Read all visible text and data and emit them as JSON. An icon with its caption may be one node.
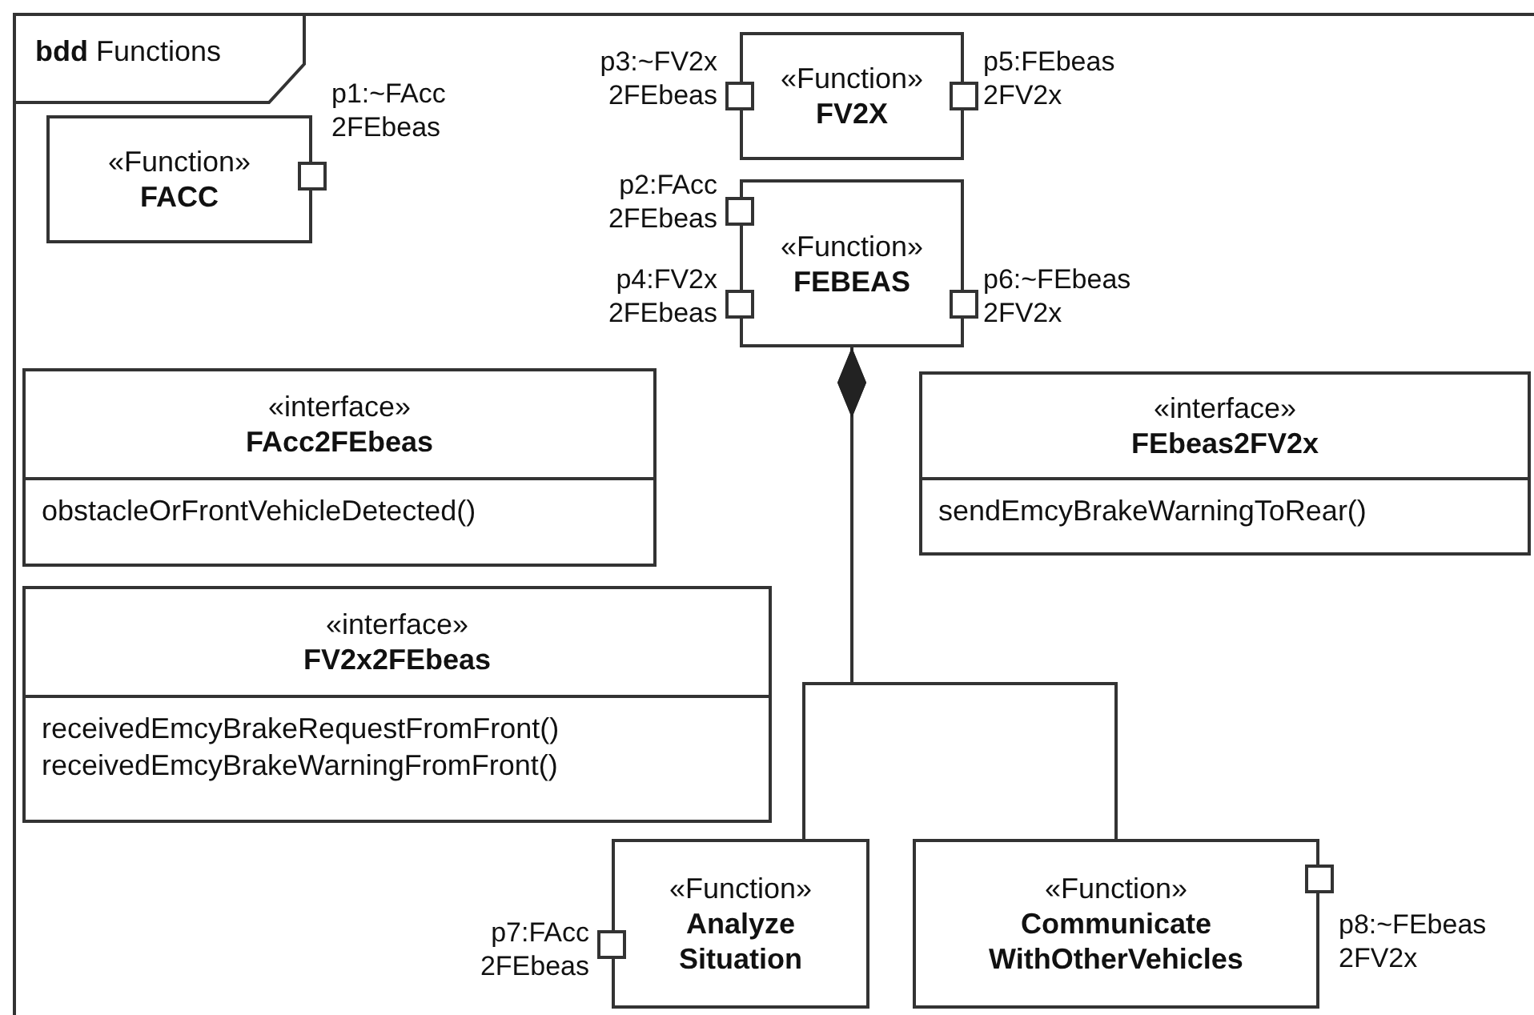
{
  "diagram": {
    "nodes": [
      {
        "text": [
          "**bdd** Functions"
        ]
      },
      {
        "text": [
          "«Function»",
          "FACC"
        ],
        "in": 0
      },
      {
        "text": [],
        "shape": "box",
        "in": 0,
        "beside": [
          "p1:~FAcc 2FEbeas"
        ]
      },
      {
        "text": [
          "«Function»",
          "FV2X"
        ],
        "in": 0
      },
      {
        "text": [],
        "shape": "box",
        "in": 0,
        "beside": [
          "p3:~FV2x 2FEbeas"
        ]
      },
      {
        "text": [],
        "shape": "box",
        "in": 0,
        "beside": [
          "p5:FEbeas 2FV2x"
        ]
      },
      {
        "text": [
          "«Function»",
          "FEBEAS"
        ],
        "in": 0
      },
      {
        "text": [],
        "shape": "box",
        "in": 0,
        "beside": [
          "p2:FAcc 2FEbeas"
        ]
      },
      {
        "text": [],
        "shape": "box",
        "in": 0,
        "beside": [
          "p4:FV2x 2FEbeas"
        ]
      },
      {
        "text": [],
        "shape": "box",
        "in": 0,
        "beside": [
          "p6:~FEbeas 2FV2x"
        ]
      },
      {
        "text": [
          "«interface»",
          "FAcc2FEbeas",
          "obstacleOrFrontVehicleDetected()"
        ],
        "in": 0
      },
      {
        "text": [
          "«interface»",
          "FEbeas2FV2x",
          "sendEmcyBrakeWarningToRear()"
        ],
        "in": 0
      },
      {
        "text": [
          "«interface»",
          "FV2x2FEbeas",
          "receivedEmcyBrakeRequestFromFront()",
          "receivedEmcyBrakeWarningFromFront()"
        ],
        "in": 0
      },
      {
        "text": [
          "«Function»",
          "Analyze Situation"
        ],
        "in": 0
      },
      {
        "text": [],
        "shape": "box",
        "in": 0,
        "beside": [
          "p7:FAcc 2FEbeas"
        ]
      },
      {
        "text": [
          "«Function»",
          "Communicate WithOtherVehicles"
        ],
        "in": 0
      },
      {
        "text": [],
        "shape": "box",
        "in": 0,
        "beside": [
          "p8:~FEbeas 2FV2x"
        ]
      }
    ],
    "edges": [
      {
        "from": 6,
        "to": 13,
        "arrow": "other"
      },
      {
        "from": 6,
        "to": 15,
        "arrow": "other"
      }
    ]
  }
}
